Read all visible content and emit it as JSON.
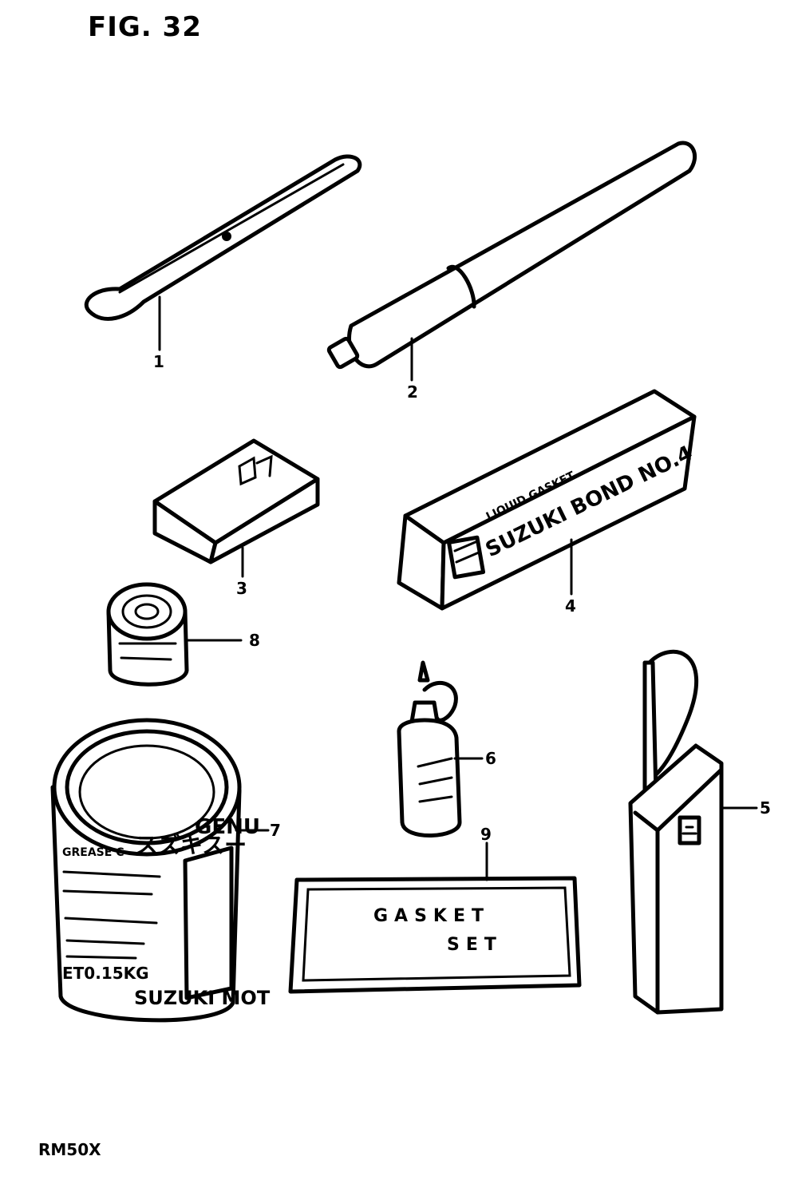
{
  "figure": {
    "title": "FIG. 32",
    "model_code": "RM50X"
  },
  "parts": [
    {
      "number": "1",
      "name": "tire-lever"
    },
    {
      "number": "2",
      "name": "tire-pump"
    },
    {
      "number": "3",
      "name": "repair-kit"
    },
    {
      "number": "4",
      "name": "suzuki-bond-box"
    },
    {
      "number": "5",
      "name": "oil-can"
    },
    {
      "number": "6",
      "name": "oil-bottle"
    },
    {
      "number": "7",
      "name": "grease-can-large"
    },
    {
      "number": "8",
      "name": "grease-can-small"
    },
    {
      "number": "9",
      "name": "gasket-set"
    }
  ],
  "labels": {
    "bond_line1": "LIQUID GASKET",
    "bond_line2": "SUZUKI BOND NO.4",
    "grease_genu": "GENU",
    "grease_type": "GREASE C",
    "grease_kana": "スズキスー",
    "grease_weight": "ET0.15KG",
    "grease_brand": "SUZUKI MOT",
    "gasket_word1": "GASKET",
    "gasket_word2": "SET"
  }
}
